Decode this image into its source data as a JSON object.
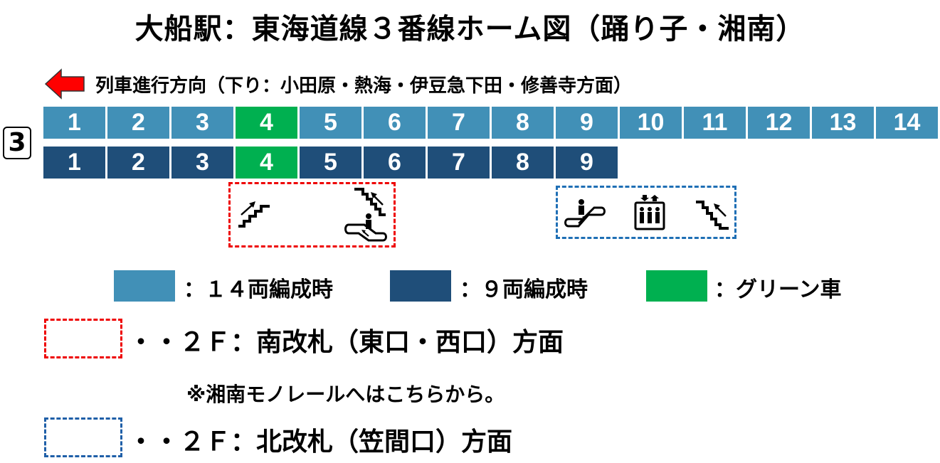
{
  "title": "大船駅：東海道線３番線ホーム図（踊り子・湘南）",
  "direction": {
    "icon": "left-arrow-icon",
    "arrow_color": "#ff0000",
    "label": "列車進行方向（下り：小田原・熱海・伊豆急下田・修善寺方面）"
  },
  "track": {
    "number": "3"
  },
  "colors": {
    "car_14": "#4190b7",
    "car_9": "#1f4e79",
    "green_car": "#00b050",
    "exit_south": "#ee0000",
    "exit_north": "#1f6fb5"
  },
  "train_14": {
    "cars": [
      {
        "label": "1",
        "type": "normal"
      },
      {
        "label": "2",
        "type": "normal"
      },
      {
        "label": "3",
        "type": "normal"
      },
      {
        "label": "4",
        "type": "green"
      },
      {
        "label": "5",
        "type": "normal"
      },
      {
        "label": "6",
        "type": "normal"
      },
      {
        "label": "7",
        "type": "normal"
      },
      {
        "label": "8",
        "type": "normal"
      },
      {
        "label": "9",
        "type": "normal"
      },
      {
        "label": "10",
        "type": "normal"
      },
      {
        "label": "11",
        "type": "normal"
      },
      {
        "label": "12",
        "type": "normal"
      },
      {
        "label": "13",
        "type": "normal"
      },
      {
        "label": "14",
        "type": "normal"
      }
    ]
  },
  "train_9": {
    "cars": [
      {
        "label": "1",
        "type": "normal"
      },
      {
        "label": "2",
        "type": "normal"
      },
      {
        "label": "3",
        "type": "normal"
      },
      {
        "label": "4",
        "type": "green"
      },
      {
        "label": "5",
        "type": "normal"
      },
      {
        "label": "6",
        "type": "normal"
      },
      {
        "label": "7",
        "type": "normal"
      },
      {
        "label": "8",
        "type": "normal"
      },
      {
        "label": "9",
        "type": "normal"
      }
    ]
  },
  "facilities": {
    "south_group": [
      "stairs-up-icon",
      "stairs-up-icon",
      "escalator-up-icon"
    ],
    "north_group": [
      "escalator-up-icon",
      "elevator-icon",
      "stairs-up-icon"
    ]
  },
  "legend": {
    "items": [
      {
        "label": "：１４両編成時",
        "color": "#4190b7"
      },
      {
        "label": "：９両編成時",
        "color": "#1f4e79"
      },
      {
        "label": "：グリーン車",
        "color": "#00b050"
      }
    ]
  },
  "exits": {
    "south": {
      "label": "・・２Ｆ：南改札（東口・西口）方面",
      "note": "※湘南モノレールへはこちらから。"
    },
    "north": {
      "label": "・・２Ｆ：北改札（笠間口）方面"
    }
  }
}
